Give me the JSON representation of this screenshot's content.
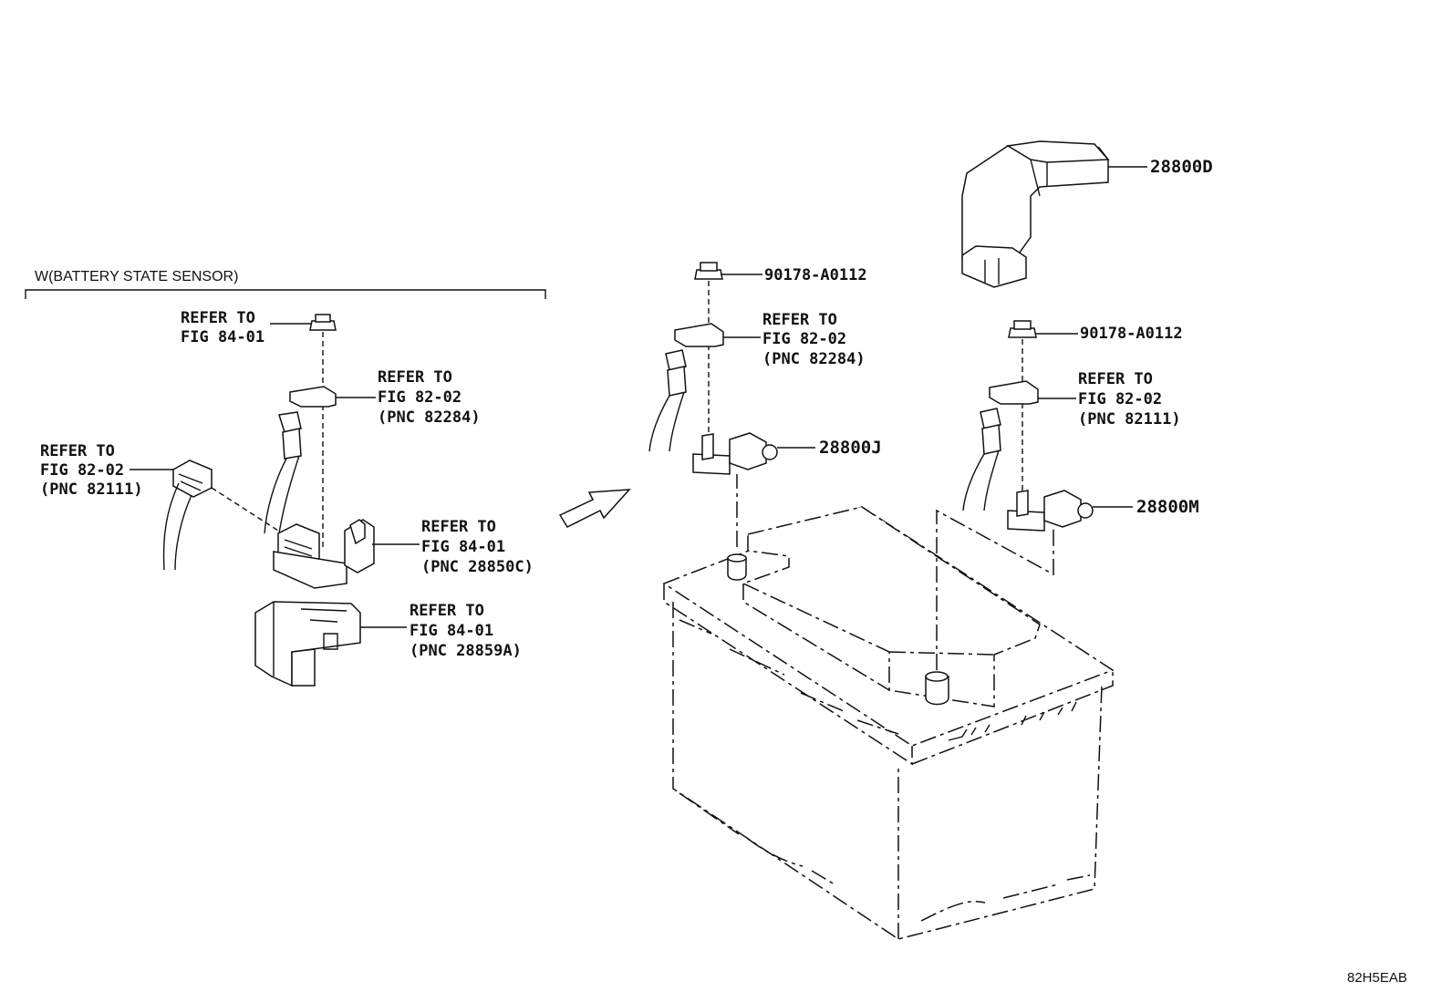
{
  "header": {
    "title": "W(BATTERY STATE SENSOR)"
  },
  "left_refs": {
    "ref1": {
      "line1": "REFER TO",
      "line2": "FIG 84-01"
    },
    "ref2": {
      "line1": "REFER TO",
      "line2": "FIG 82-02",
      "line3": "(PNC 82284)"
    },
    "ref3": {
      "line1": "REFER TO",
      "line2": "FIG 82-02",
      "line3": "(PNC 82111)"
    },
    "ref4": {
      "line1": "REFER TO",
      "line2": "FIG 84-01",
      "line3": "(PNC 28850C)"
    },
    "ref5": {
      "line1": "REFER TO",
      "line2": "FIG 84-01",
      "line3": "(PNC 28859A)"
    }
  },
  "middle_refs": {
    "bolt": "90178-A0112",
    "ref": {
      "line1": "REFER TO",
      "line2": "FIG 82-02",
      "line3": "(PNC 82284)"
    },
    "terminal": "28800J"
  },
  "right_refs": {
    "cover": "28800D",
    "bolt": "90178-A0112",
    "ref": {
      "line1": "REFER TO",
      "line2": "FIG 82-02",
      "line3": "(PNC 82111)"
    },
    "terminal": "28800M"
  },
  "footer": {
    "code": "82H5EAB"
  }
}
